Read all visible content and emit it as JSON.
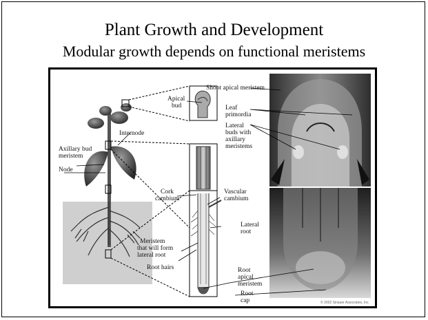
{
  "slide": {
    "title": "Plant Growth and Development",
    "subtitle": "Modular growth depends on functional meristems"
  },
  "figure": {
    "labels": {
      "shoot_apical_meristem": "Shoot apical meristem",
      "apical_bud_1": "Apical",
      "apical_bud_2": "bud",
      "internode": "Internode",
      "axillary_1": "Axillary bud",
      "axillary_2": "meristem",
      "node": "Node",
      "leaf_primordia_1": "Leaf",
      "leaf_primordia_2": "primordia",
      "lateral_buds_1": "Lateral",
      "lateral_buds_2": "buds with",
      "lateral_buds_3": "axillary",
      "lateral_buds_4": "meristems",
      "cork_1": "Cork",
      "cork_2": "cambium",
      "vascular_1": "Vascular",
      "vascular_2": "cambium",
      "lateral_root_1": "Lateral",
      "lateral_root_2": "root",
      "meristem_form_1": "Meristem",
      "meristem_form_2": "that will form",
      "meristem_form_3": "lateral root",
      "root_hairs": "Root hairs",
      "root_apical_1": "Root",
      "root_apical_2": "apical",
      "root_apical_3": "meristem",
      "root_cap_1": "Root",
      "root_cap_2": "cap",
      "copyright": "© 2002 Sinauer Associates, Inc."
    }
  },
  "colors": {
    "micrograph_dark": "#3a3a3a",
    "micrograph_light": "#b8b8b8",
    "soil": "#cfcfcf"
  }
}
